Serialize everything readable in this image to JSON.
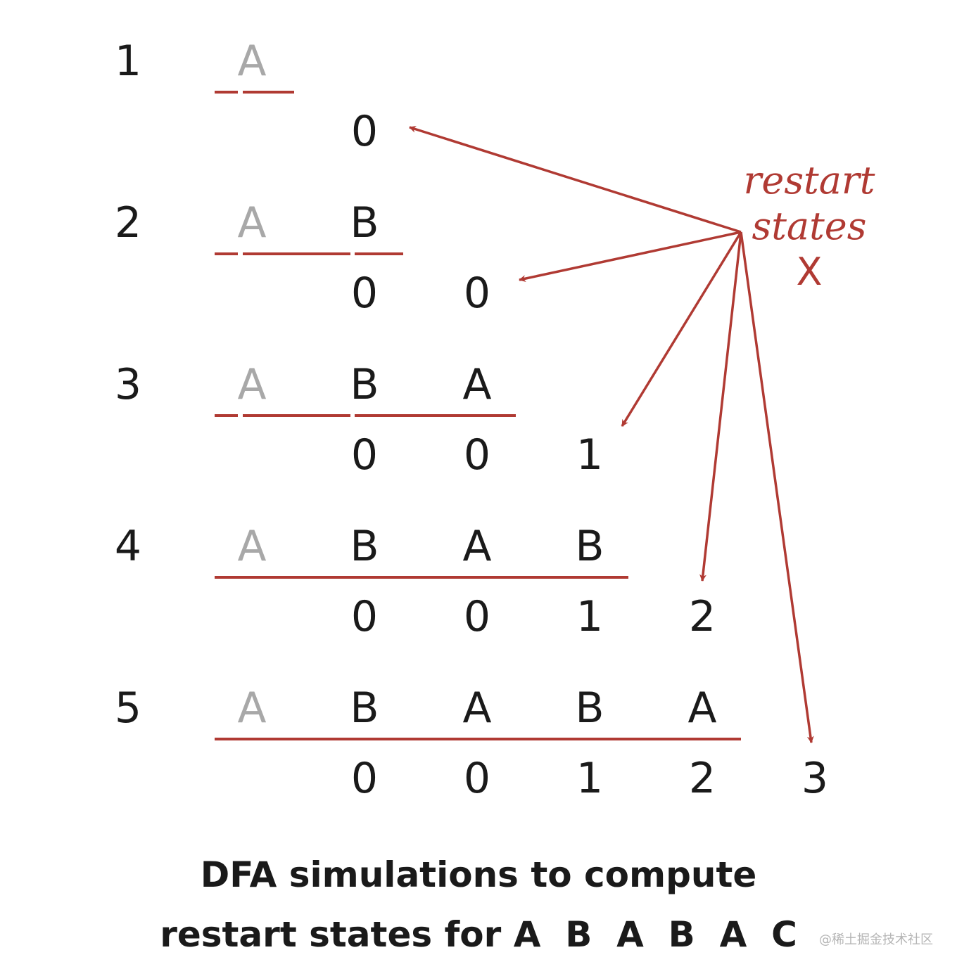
{
  "colors": {
    "accent": "#b03a33",
    "gray_symbol": "#a8a8a8",
    "text": "#1a1a1a"
  },
  "rows": [
    {
      "number": "1",
      "symbols": [
        "A"
      ],
      "states": [
        "0"
      ]
    },
    {
      "number": "2",
      "symbols": [
        "A",
        "B"
      ],
      "states": [
        "0",
        "0"
      ]
    },
    {
      "number": "3",
      "symbols": [
        "A",
        "B",
        "A"
      ],
      "states": [
        "0",
        "0",
        "1"
      ]
    },
    {
      "number": "4",
      "symbols": [
        "A",
        "B",
        "A",
        "B"
      ],
      "states": [
        "0",
        "0",
        "1",
        "2"
      ]
    },
    {
      "number": "5",
      "symbols": [
        "A",
        "B",
        "A",
        "B",
        "A"
      ],
      "states": [
        "0",
        "0",
        "1",
        "2",
        "3"
      ]
    }
  ],
  "annotation": {
    "line1": "restart",
    "line2": "states",
    "line3": "X"
  },
  "caption": {
    "line1": "DFA simulations to compute",
    "line2": "restart states for A  B  A  B  A  C"
  },
  "watermark": "@稀土掘金技术社区"
}
